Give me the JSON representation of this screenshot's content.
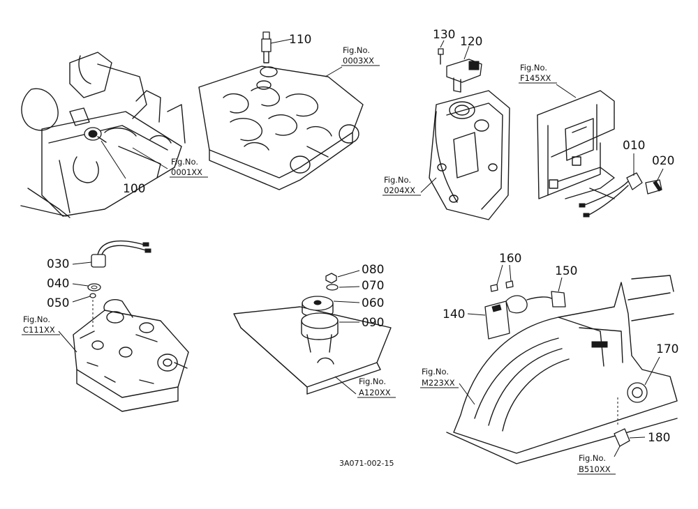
{
  "part_numbers": {
    "p010": "010",
    "p020": "020",
    "p030": "030",
    "p040": "040",
    "p050": "050",
    "p060": "060",
    "p070": "070",
    "p080": "080",
    "p090": "090",
    "p100": "100",
    "p110": "110",
    "p120": "120",
    "p130": "130",
    "p140": "140",
    "p150": "150",
    "p160": "160",
    "p170": "170",
    "p180": "180"
  },
  "figure_refs": {
    "label": "Fig.No.",
    "f0001": "0001XX",
    "f0003": "0003XX",
    "f0204": "0204XX",
    "fF145": "F145XX",
    "fC111": "C111XX",
    "fA120": "A120XX",
    "fM223": "M223XX",
    "fB510": "B510XX"
  },
  "drawing_code": "3A071-002-15"
}
